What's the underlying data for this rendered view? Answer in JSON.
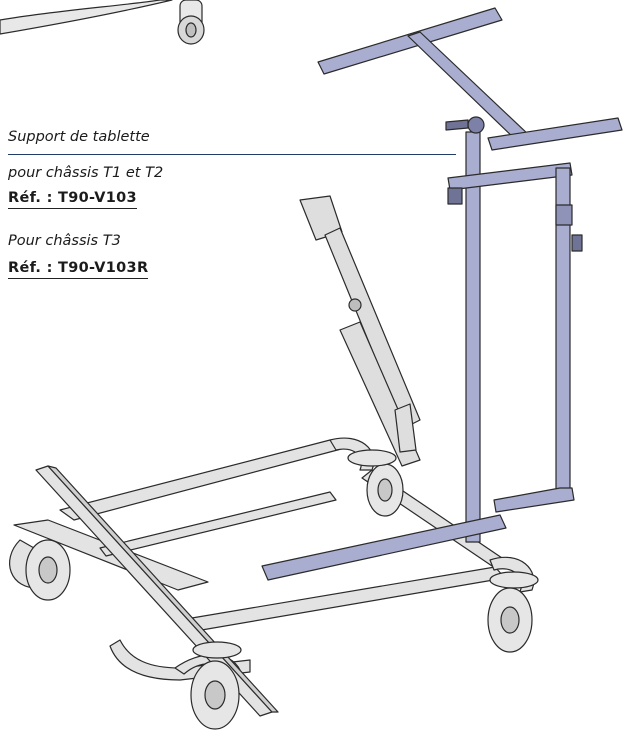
{
  "caption": {
    "line1": "Support de tablette",
    "line2": "pour châssis T1  et T2",
    "ref1": "Réf. : T90-V103",
    "line3": "Pour châssis T3",
    "ref2": "Réf. : T90-V103R"
  },
  "colors": {
    "frame": "#e3e3e3",
    "accessory": "#a9adcf",
    "outline": "#2b2b2b",
    "leader_line": "#1f3b66"
  }
}
